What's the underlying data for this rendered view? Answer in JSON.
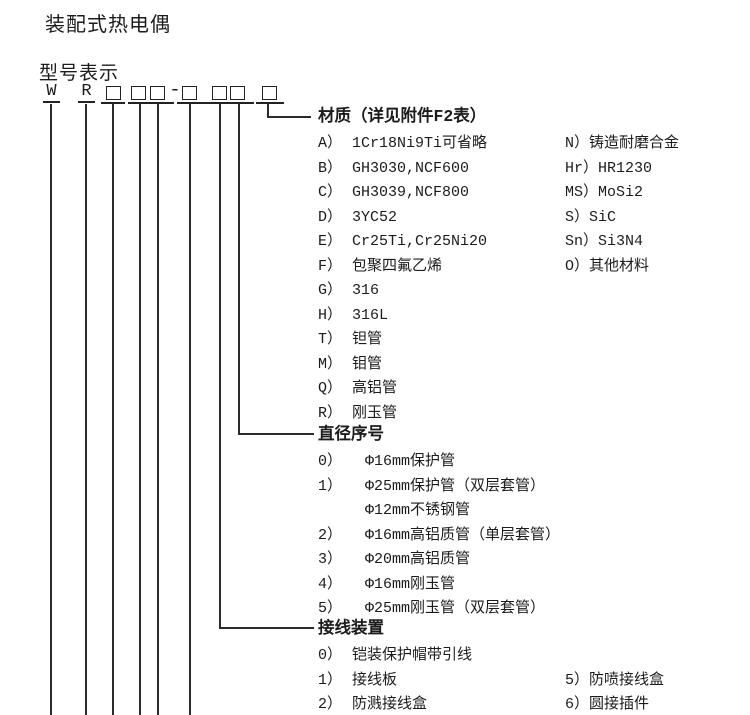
{
  "page": {
    "title": "装配式热电偶",
    "subtitle": "型号表示"
  },
  "code": {
    "letters": [
      "W",
      "R"
    ],
    "separator": "-"
  },
  "sections": {
    "material": {
      "heading": "材质（详见附件F2表）",
      "left": [
        {
          "k": "A）",
          "v": "1Cr18Ni9Ti可省略"
        },
        {
          "k": "B）",
          "v": "GH3030,NCF600"
        },
        {
          "k": "C）",
          "v": "GH3039,NCF800"
        },
        {
          "k": "D）",
          "v": "3YC52"
        },
        {
          "k": "E）",
          "v": "Cr25Ti,Cr25Ni20"
        },
        {
          "k": "F）",
          "v": "包聚四氟乙烯"
        },
        {
          "k": "G）",
          "v": "316"
        },
        {
          "k": "H）",
          "v": "316L"
        },
        {
          "k": "T）",
          "v": "钽管"
        },
        {
          "k": "M）",
          "v": "钼管"
        },
        {
          "k": "Q）",
          "v": "高铝管"
        },
        {
          "k": "R）",
          "v": "刚玉管"
        }
      ],
      "right": [
        "N）铸造耐磨合金",
        "Hr）HR1230",
        "MS）MoSi2",
        "S）SiC",
        "Sn）Si3N4",
        "O）其他材料"
      ]
    },
    "diameter": {
      "heading": "直径序号",
      "left": [
        {
          "k": "0）",
          "v": "Φ16mm保护管"
        },
        {
          "k": "1）",
          "v": "Φ25mm保护管（双层套管）"
        },
        {
          "k": "",
          "v": "Φ12mm不锈钢管"
        },
        {
          "k": "2）",
          "v": "Φ16mm高铝质管（单层套管）"
        },
        {
          "k": "3）",
          "v": "Φ20mm高铝质管"
        },
        {
          "k": "4）",
          "v": "Φ16mm刚玉管"
        },
        {
          "k": "5）",
          "v": "Φ25mm刚玉管（双层套管）"
        }
      ]
    },
    "wiring": {
      "heading": "接线装置",
      "left": [
        {
          "k": "0）",
          "v": "铠装保护帽带引线"
        },
        {
          "k": "1）",
          "v": "接线板"
        },
        {
          "k": "2）",
          "v": "防溅接线盒"
        }
      ],
      "right": [
        "5）防喷接线盒",
        "6）圆接插件"
      ]
    }
  }
}
